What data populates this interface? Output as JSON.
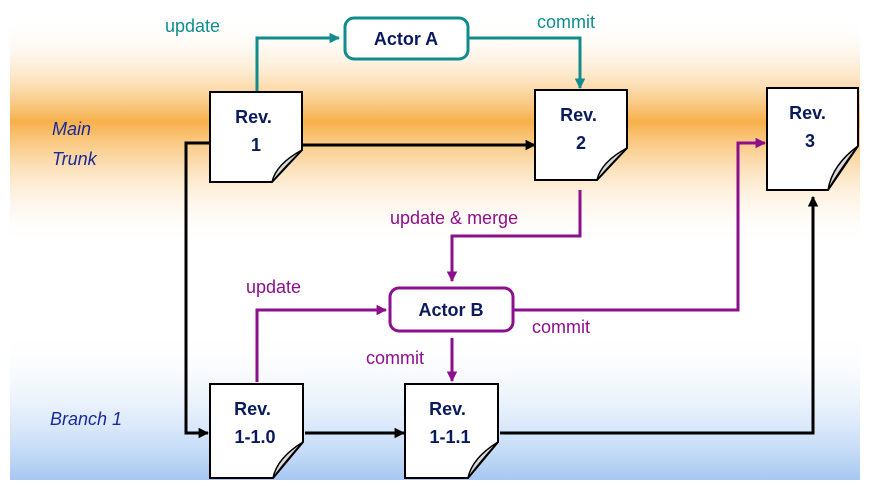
{
  "lanes": {
    "main_trunk": [
      "Main",
      "Trunk"
    ],
    "branch": "Branch 1"
  },
  "revisions": {
    "rev1": [
      "Rev.",
      "1"
    ],
    "rev2": [
      "Rev.",
      "2"
    ],
    "rev3": [
      "Rev.",
      "3"
    ],
    "rev110": [
      "Rev.",
      "1-1.0"
    ],
    "rev111": [
      "Rev.",
      "1-1.1"
    ]
  },
  "actors": {
    "a": "Actor A",
    "b": "Actor B"
  },
  "edges": {
    "a_update": "update",
    "a_commit": "commit",
    "b_update_merge": "update & merge",
    "b_update": "update",
    "b_commit_trunk": "commit",
    "b_commit_branch": "commit"
  },
  "colors": {
    "actor_a": "#108c8c",
    "actor_b": "#8c0f8c",
    "flow": "#000000",
    "trunk_band": "#f7b04a",
    "branch_band": "#a6c8f2",
    "label_text": "#0a1a5c",
    "lane_text": "#1a2a9c"
  }
}
